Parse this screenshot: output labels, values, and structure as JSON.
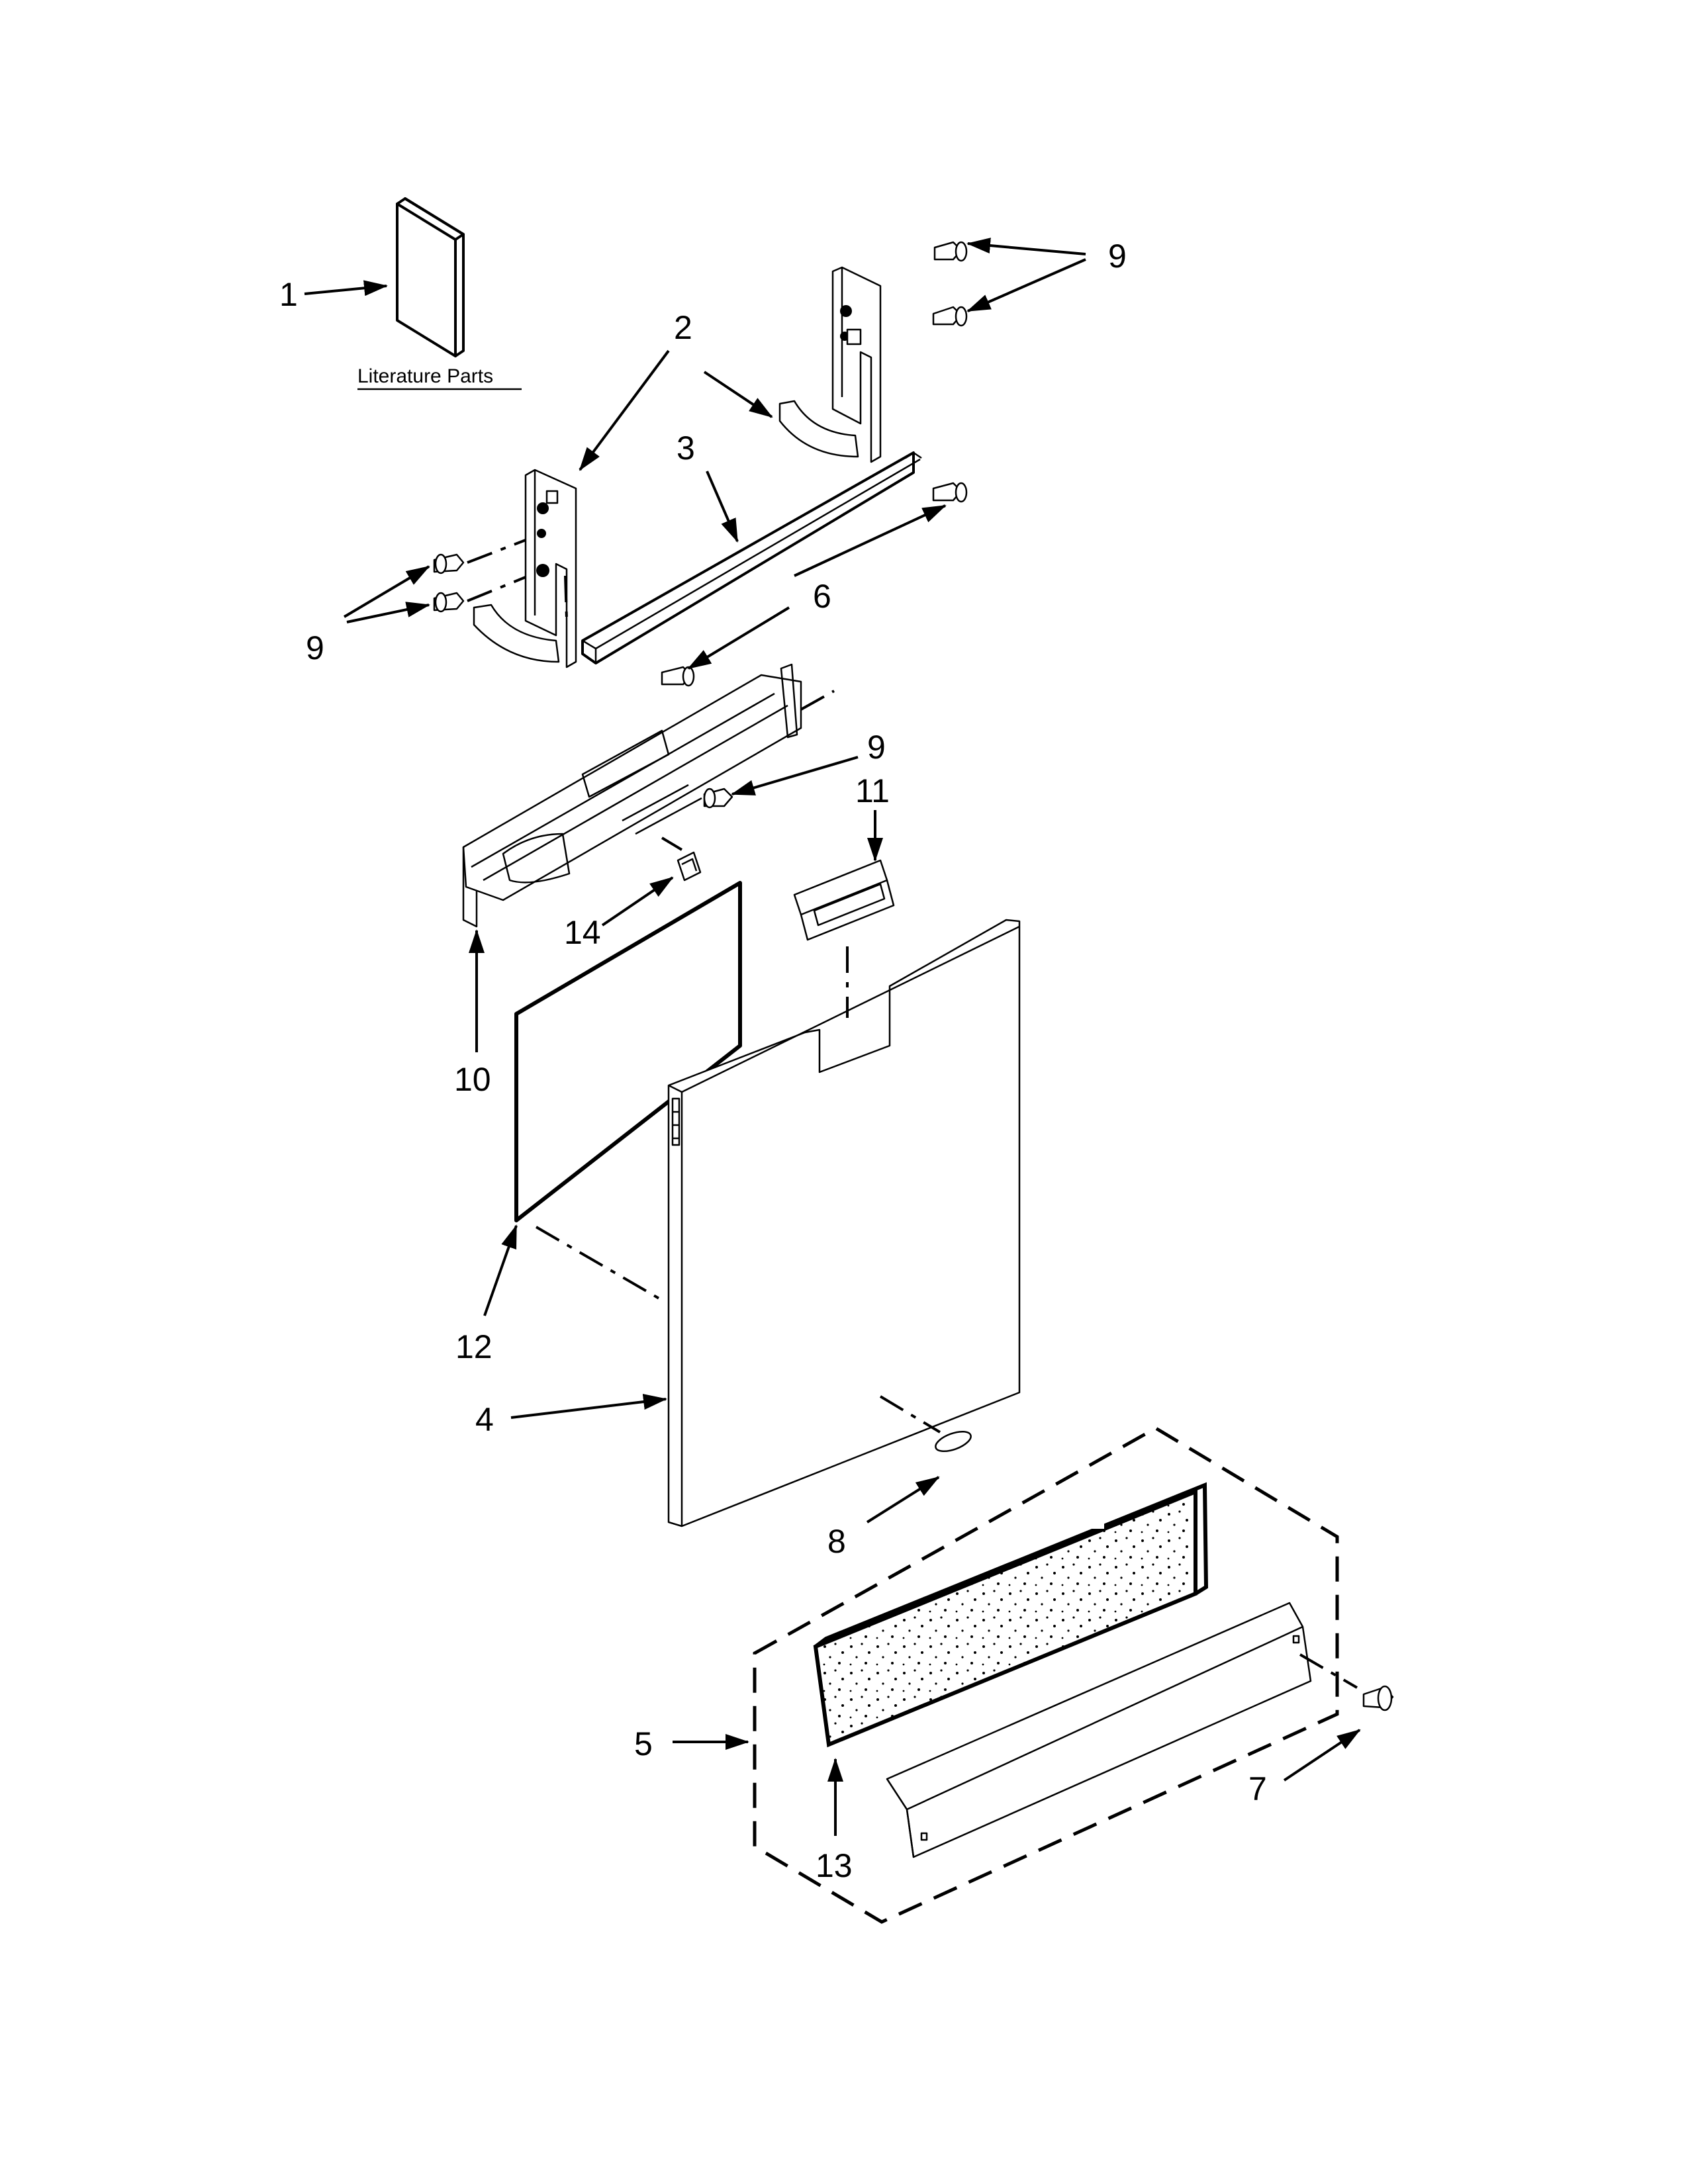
{
  "section_caption": "Literature Parts",
  "callouts": {
    "c1": "1",
    "c2": "2",
    "c3": "3",
    "c4": "4",
    "c5": "5",
    "c6": "6",
    "c7": "7",
    "c8": "8",
    "c9_top": "9",
    "c9_left": "9",
    "c9_mid": "9",
    "c10": "10",
    "c11": "11",
    "c12": "12",
    "c13": "13",
    "c14": "14"
  }
}
